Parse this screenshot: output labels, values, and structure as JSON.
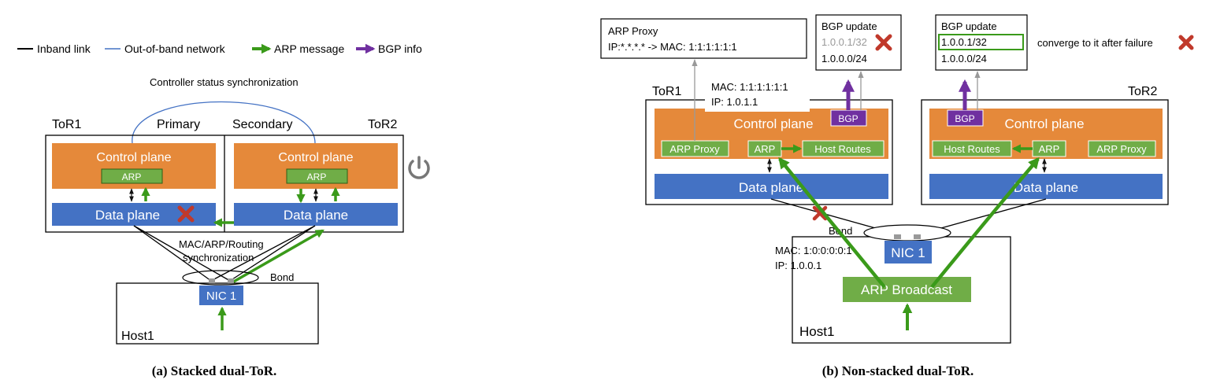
{
  "legend": {
    "inband": "Inband link",
    "oob": "Out-of-band network",
    "arp_msg": "ARP message",
    "bgp_info": "BGP info"
  },
  "colors": {
    "orange": "#E5893A",
    "blue": "#4472C4",
    "green_fill": "#70AD47",
    "green_arrow": "#3A9A1A",
    "purple": "#7030A0",
    "red_x": "#C0392B",
    "oob_line": "#4472C4",
    "gray_arrow": "#999999"
  },
  "a": {
    "sync_label": "Controller status synchronization",
    "tor1": "ToR1",
    "tor2": "ToR2",
    "primary": "Primary",
    "secondary": "Secondary",
    "control_plane_1": "Control plane",
    "control_plane_2": "Control plane",
    "arp_1": "ARP",
    "arp_2": "ARP",
    "data_plane_1": "Data plane",
    "data_plane_2": "Data plane",
    "mac_sync_1": "MAC/ARP/Routing",
    "mac_sync_2": "synchronization",
    "bond": "Bond",
    "nic": "NIC 1",
    "host": "Host1",
    "caption": "(a) Stacked dual-ToR."
  },
  "b": {
    "arp_proxy_box_1": "ARP Proxy",
    "arp_proxy_box_2": "IP:*.*.*.* -> MAC: 1:1:1:1:1:1",
    "bgp_update_1": "BGP update",
    "bgp_prefix_withdrawn": "1.0.0.1/32",
    "bgp_prefix_1": "1.0.0.0/24",
    "bgp_update_2": "BGP update",
    "bgp_prefix_2a": "1.0.0.1/32",
    "bgp_prefix_2b": "1.0.0.0/24",
    "converge": "converge to it after failure",
    "tor1": "ToR1",
    "tor2": "ToR2",
    "tor1_mac": "MAC: 1:1:1:1:1:1",
    "tor1_ip": "IP: 1.0.1.1",
    "control_plane_1": "Control plane",
    "control_plane_2": "Control plane",
    "bgp_1": "BGP",
    "bgp_2": "BGP",
    "arp_proxy_1": "ARP Proxy",
    "arp_1": "ARP",
    "host_routes_1": "Host Routes",
    "host_routes_2": "Host Routes",
    "arp_2": "ARP",
    "arp_proxy_2": "ARP Proxy",
    "data_plane_1": "Data plane",
    "data_plane_2": "Data plane",
    "bond": "Bond",
    "host_mac": "MAC: 1:0:0:0:0:1",
    "host_ip": "IP: 1.0.0.1",
    "nic": "NIC 1",
    "arp_broadcast": "ARP Broadcast",
    "host": "Host1",
    "caption": "(b) Non-stacked dual-ToR."
  }
}
